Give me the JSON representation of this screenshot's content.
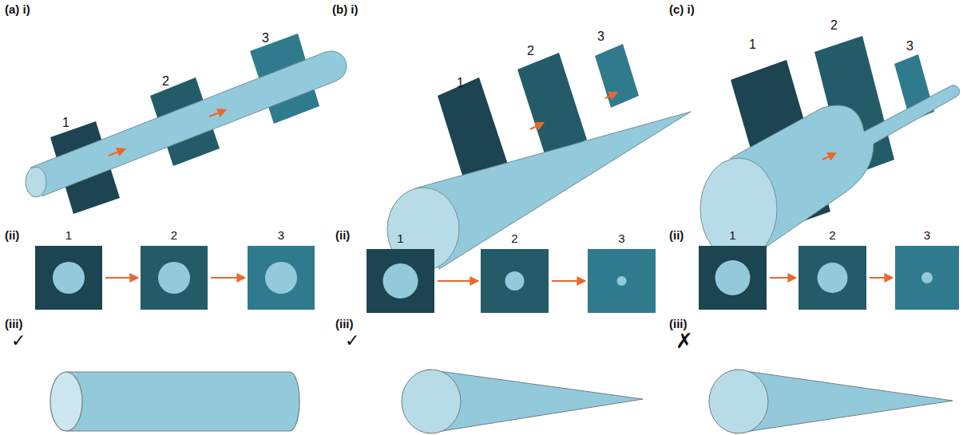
{
  "diagram": {
    "nodes": [
      {
        "text": [
          "1"
        ]
      },
      {
        "text": [
          "2"
        ]
      },
      {
        "text": [
          "3"
        ]
      },
      {
        "text": [
          "1"
        ]
      },
      {
        "text": [
          "2"
        ]
      },
      {
        "text": [
          "3"
        ]
      },
      {
        "text": [
          "1"
        ]
      },
      {
        "text": [
          "2"
        ]
      },
      {
        "text": [
          "3"
        ]
      }
    ],
    "edges": [
      {
        "from": 0,
        "to": 1,
        "arrow": "to"
      },
      {
        "from": 1,
        "to": 2,
        "arrow": "to"
      },
      {
        "from": 3,
        "to": 4,
        "arrow": "to"
      },
      {
        "from": 4,
        "to": 5,
        "arrow": "to"
      },
      {
        "from": 6,
        "to": 7,
        "arrow": "to"
      },
      {
        "from": 7,
        "to": 8,
        "arrow": "to"
      }
    ],
    "labels": [
      "(a) i)",
      "1",
      "2",
      "3",
      "(b) i)",
      "1",
      "2",
      "3",
      "(c) i)",
      "1",
      "2",
      "3",
      "(ii)",
      "(ii)",
      "(ii)",
      "(iii)",
      "(iii)",
      "(iii)",
      "✓",
      "✓",
      "✗"
    ]
  }
}
